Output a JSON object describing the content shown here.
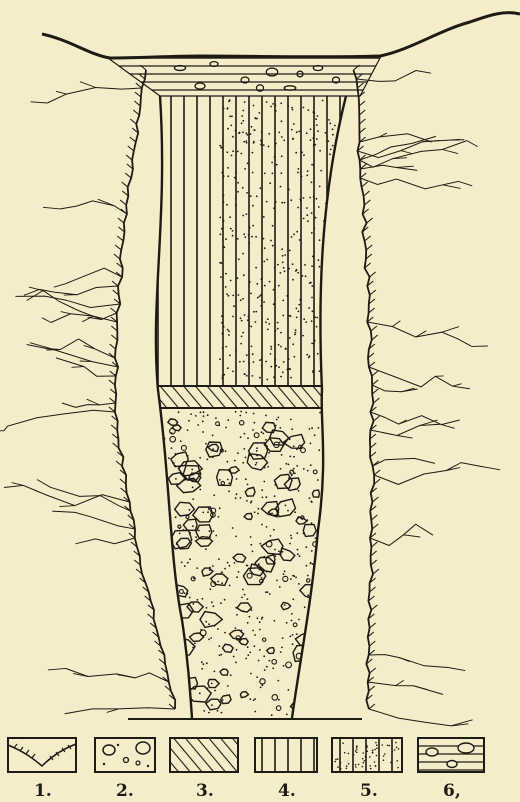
{
  "legend": {
    "items": [
      {
        "label": "1.",
        "pattern": "rock-walls"
      },
      {
        "label": "2.",
        "pattern": "gravel-with-boulders"
      },
      {
        "label": "3.",
        "pattern": "diagonal-hatch"
      },
      {
        "label": "4.",
        "pattern": "vertical-lines"
      },
      {
        "label": "5.",
        "pattern": "vertical-lines-stippled"
      },
      {
        "label": "6,",
        "pattern": "horizontal-layers-with-pebbles"
      }
    ]
  },
  "colors": {
    "paper": "#f5ecc9",
    "ink": "#1e1a14"
  }
}
